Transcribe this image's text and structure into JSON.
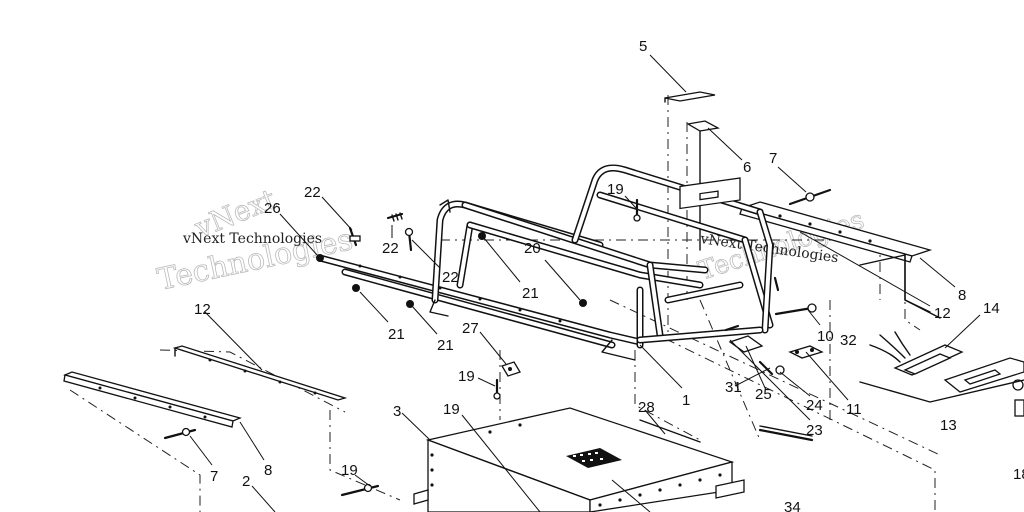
{
  "callouts": {
    "c5": "5",
    "c6": "6",
    "c7a": "7",
    "c7b": "7",
    "c8a": "8",
    "c8b": "8",
    "c19a": "19",
    "c19b": "19",
    "c19c": "19",
    "c19d": "19",
    "c20": "20",
    "c21a": "21",
    "c21b": "21",
    "c21c": "21",
    "c22a": "22",
    "c22b": "22",
    "c22c": "22",
    "c26": "26",
    "c27": "27",
    "c12a": "12",
    "c12b": "12",
    "c14": "14",
    "c13": "13",
    "c1": "1",
    "c10": "10",
    "c32": "32",
    "c11": "11",
    "c24": "24",
    "c25": "25",
    "c31": "31",
    "c23": "23",
    "c28": "28",
    "c3": "3",
    "c2": "2",
    "c18": "18",
    "c34": "34"
  },
  "watermark": {
    "small_left": "vNext Technologies",
    "big_left_1": "vNext",
    "big_left_2": "Technologies",
    "small_right": "vNext Technologies",
    "big_right": "Technologies"
  }
}
